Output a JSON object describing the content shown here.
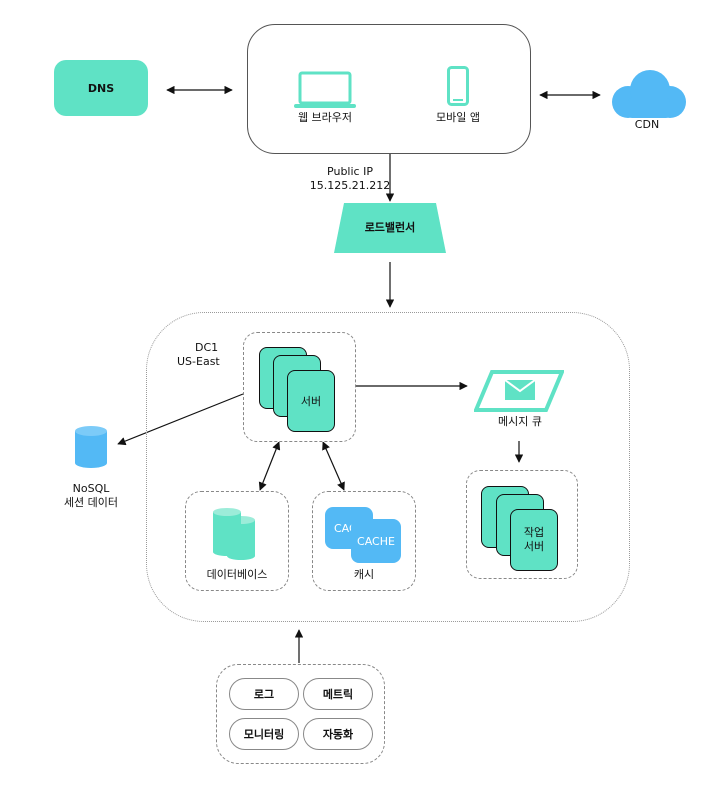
{
  "dns": {
    "label": "DNS"
  },
  "clients": {
    "web_browser": "웹 브라우저",
    "mobile_app": "모바일 앱"
  },
  "cdn": {
    "label": "CDN"
  },
  "public_ip": {
    "label": "Public IP",
    "address": "15.125.21.212"
  },
  "load_balancer": {
    "label": "로드밸런서"
  },
  "datacenter": {
    "name": "DC1",
    "region": "US-East"
  },
  "web_server": {
    "label": "서버"
  },
  "message_queue": {
    "label": "메시지 큐"
  },
  "worker_server": {
    "line1": "작업",
    "line2": "서버"
  },
  "nosql": {
    "line1": "NoSQL",
    "line2": "세션 데이터"
  },
  "database": {
    "label": "데이터베이스"
  },
  "cache": {
    "label": "캐시",
    "front_card": "CACHE",
    "back_card": "CACHE"
  },
  "tools": {
    "logs": "로그",
    "metrics": "메트릭",
    "monitoring": "모니터링",
    "automation": "자동화"
  },
  "colors": {
    "teal": "#5fe2c5",
    "blue": "#53b9f5"
  },
  "icons": {
    "laptop": "laptop-icon",
    "phone": "phone-icon",
    "cloud": "cloud-icon",
    "envelope": "envelope-icon",
    "cylinder": "cylinder-icon"
  }
}
